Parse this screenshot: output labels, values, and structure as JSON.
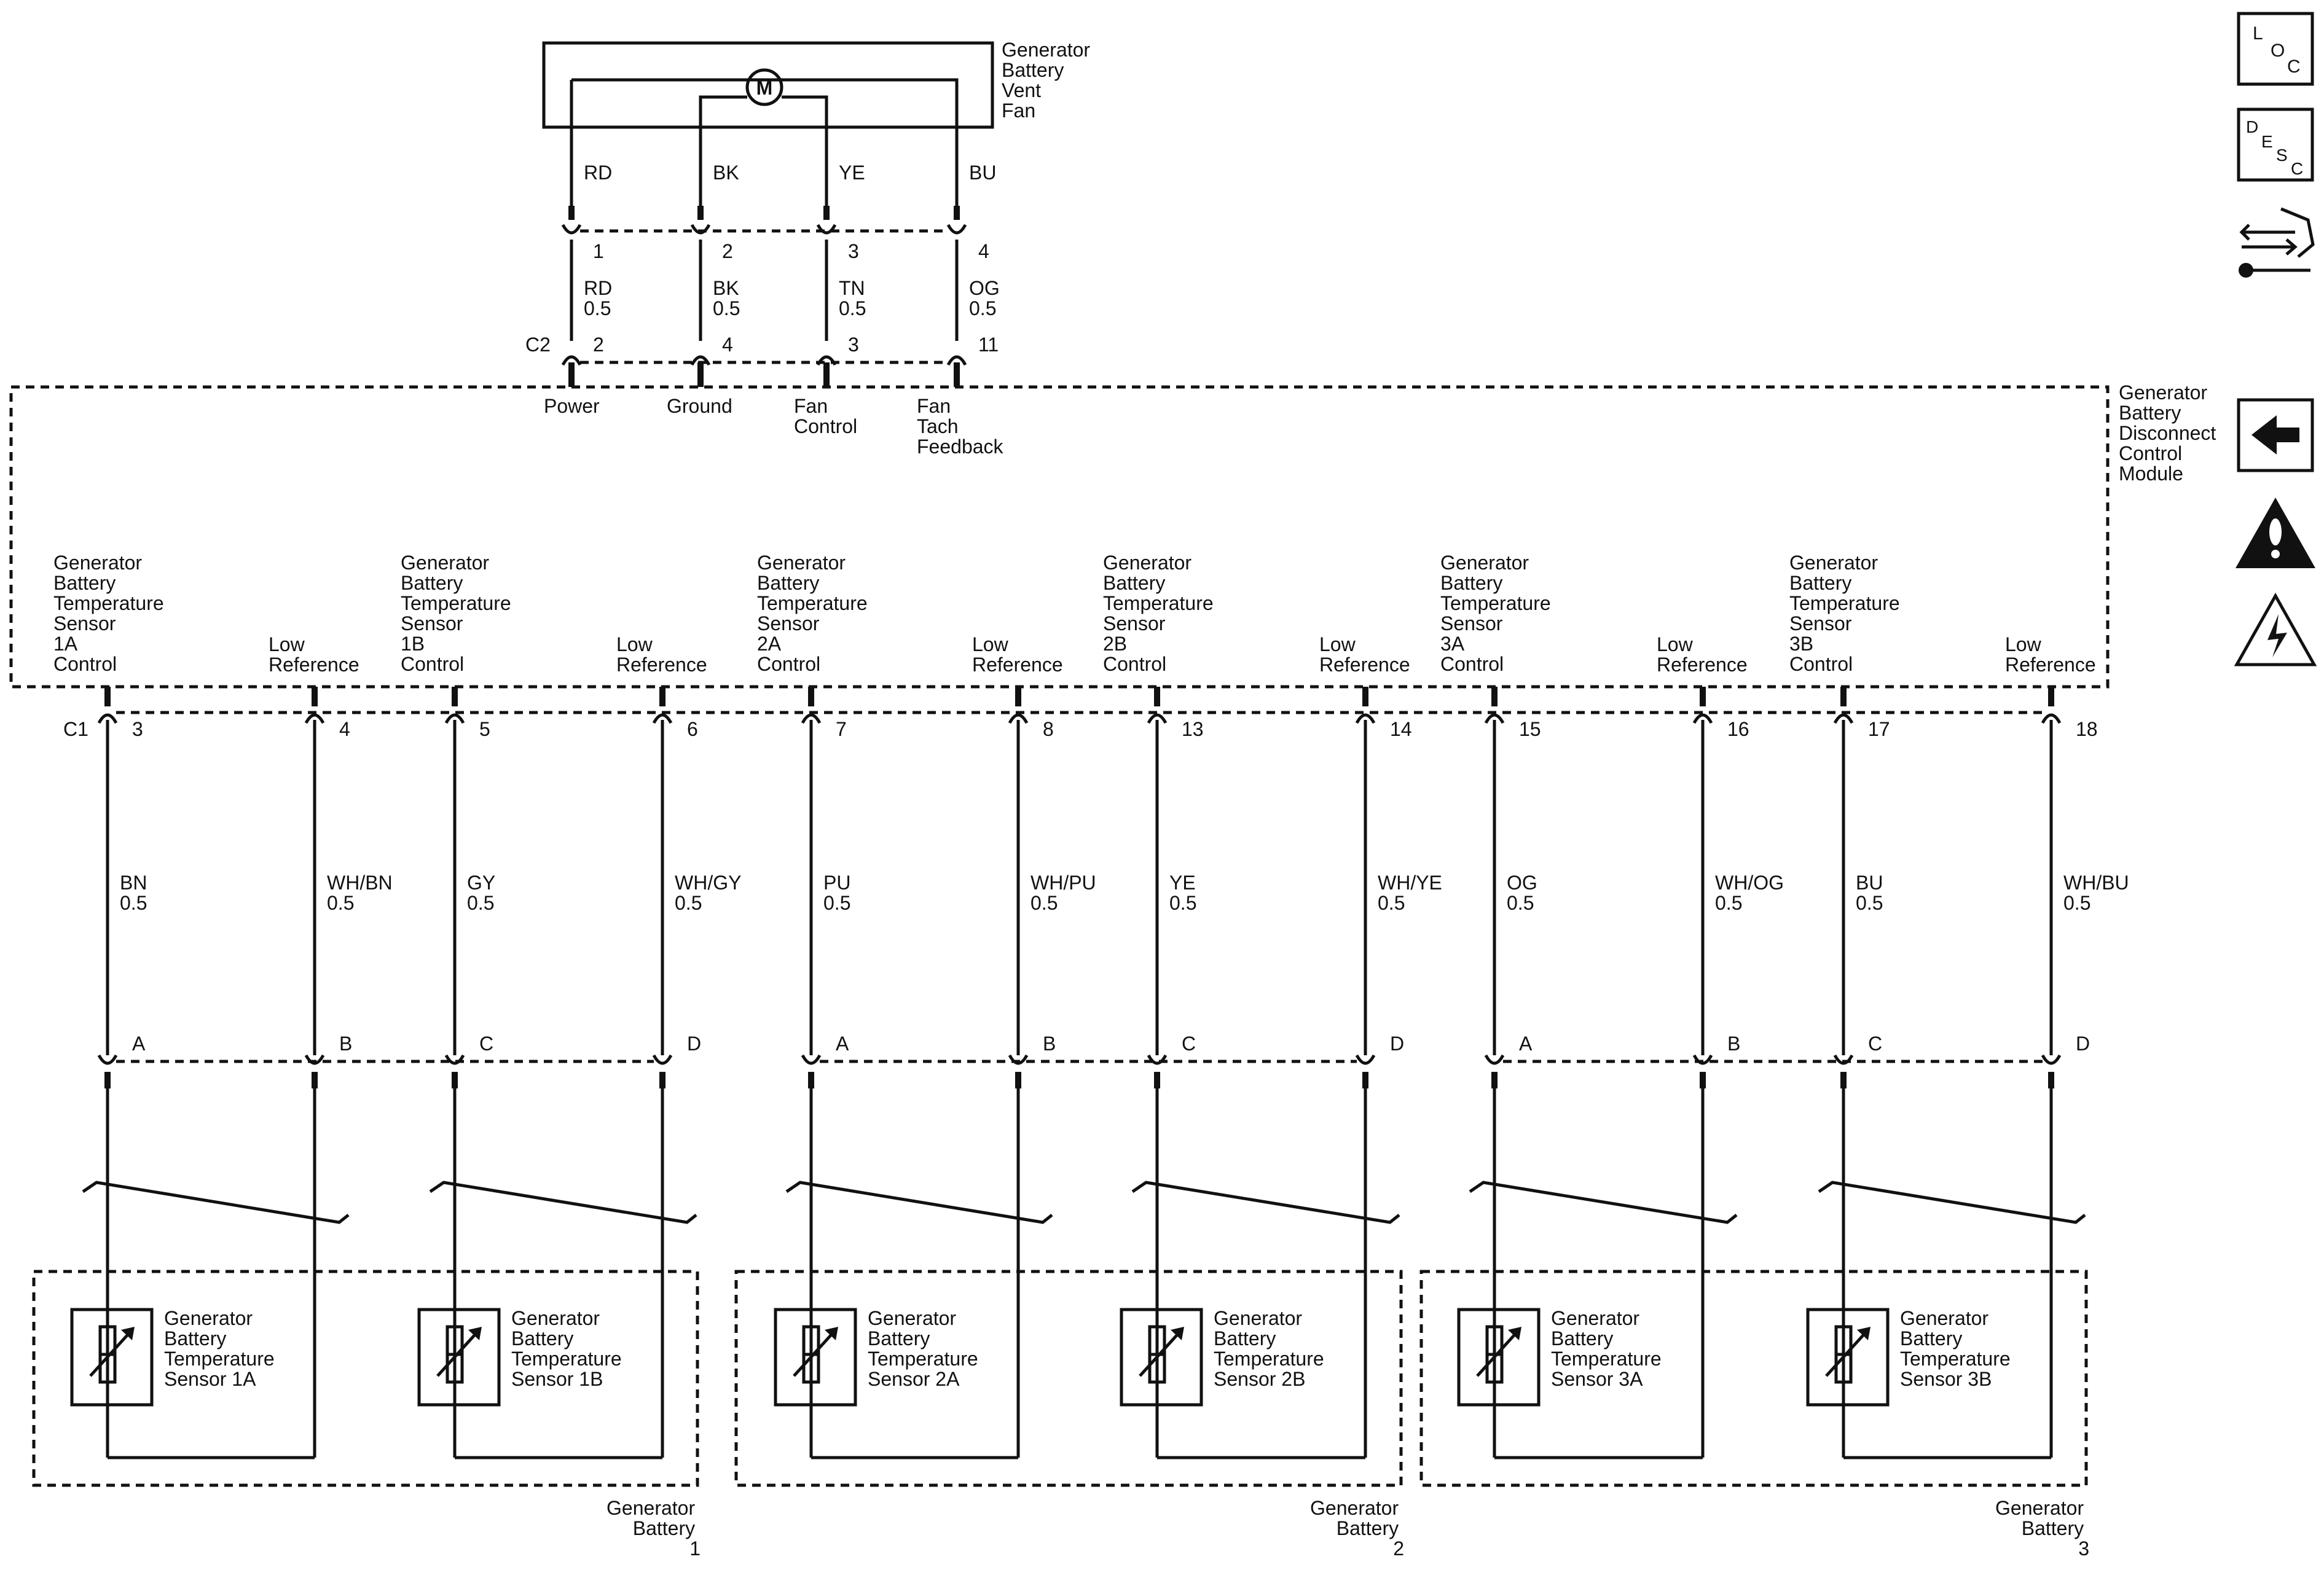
{
  "fan": {
    "label": [
      "Generator",
      "Battery",
      "Vent",
      "Fan"
    ],
    "motor_symbol": "M",
    "fan_wire_colors": [
      "RD",
      "BK",
      "YE",
      "BU"
    ],
    "fan_connector_pins": [
      "1",
      "2",
      "3",
      "4"
    ],
    "harness_wires": [
      {
        "color": "RD",
        "size": "0.5"
      },
      {
        "color": "BK",
        "size": "0.5"
      },
      {
        "color": "TN",
        "size": "0.5"
      },
      {
        "color": "OG",
        "size": "0.5"
      }
    ]
  },
  "module": {
    "label": [
      "Generator",
      "Battery",
      "Disconnect",
      "Control",
      "Module"
    ],
    "c2": {
      "name": "C2",
      "pins": [
        "2",
        "4",
        "3",
        "11"
      ],
      "functions": [
        [
          "Power"
        ],
        [
          "Ground"
        ],
        [
          "Fan",
          "Control"
        ],
        [
          "Fan",
          "Tach",
          "Feedback"
        ]
      ]
    },
    "c1": {
      "name": "C1",
      "circuits": [
        {
          "label": [
            "Generator",
            "Battery",
            "Temperature",
            "Sensor",
            "1A",
            "Control"
          ],
          "pin": "3",
          "color": "BN",
          "size": "0.5",
          "sensor_pin": "A"
        },
        {
          "label": [
            "Low",
            "Reference"
          ],
          "pin": "4",
          "color": "WH/BN",
          "size": "0.5",
          "sensor_pin": "B"
        },
        {
          "label": [
            "Generator",
            "Battery",
            "Temperature",
            "Sensor",
            "1B",
            "Control"
          ],
          "pin": "5",
          "color": "GY",
          "size": "0.5",
          "sensor_pin": "C"
        },
        {
          "label": [
            "Low",
            "Reference"
          ],
          "pin": "6",
          "color": "WH/GY",
          "size": "0.5",
          "sensor_pin": "D"
        },
        {
          "label": [
            "Generator",
            "Battery",
            "Temperature",
            "Sensor",
            "2A",
            "Control"
          ],
          "pin": "7",
          "color": "PU",
          "size": "0.5",
          "sensor_pin": "A"
        },
        {
          "label": [
            "Low",
            "Reference"
          ],
          "pin": "8",
          "color": "WH/PU",
          "size": "0.5",
          "sensor_pin": "B"
        },
        {
          "label": [
            "Generator",
            "Battery",
            "Temperature",
            "Sensor",
            "2B",
            "Control"
          ],
          "pin": "13",
          "color": "YE",
          "size": "0.5",
          "sensor_pin": "C"
        },
        {
          "label": [
            "Low",
            "Reference"
          ],
          "pin": "14",
          "color": "WH/YE",
          "size": "0.5",
          "sensor_pin": "D"
        },
        {
          "label": [
            "Generator",
            "Battery",
            "Temperature",
            "Sensor",
            "3A",
            "Control"
          ],
          "pin": "15",
          "color": "OG",
          "size": "0.5",
          "sensor_pin": "A"
        },
        {
          "label": [
            "Low",
            "Reference"
          ],
          "pin": "16",
          "color": "WH/OG",
          "size": "0.5",
          "sensor_pin": "B"
        },
        {
          "label": [
            "Generator",
            "Battery",
            "Temperature",
            "Sensor",
            "3B",
            "Control"
          ],
          "pin": "17",
          "color": "BU",
          "size": "0.5",
          "sensor_pin": "C"
        },
        {
          "label": [
            "Low",
            "Reference"
          ],
          "pin": "18",
          "color": "WH/BU",
          "size": "0.5",
          "sensor_pin": "D"
        }
      ]
    }
  },
  "batteries": [
    {
      "label": [
        "Generator",
        "Battery",
        "1"
      ],
      "sensors": [
        [
          "Generator",
          "Battery",
          "Temperature",
          "Sensor 1A"
        ],
        [
          "Generator",
          "Battery",
          "Temperature",
          "Sensor 1B"
        ]
      ]
    },
    {
      "label": [
        "Generator",
        "Battery",
        "2"
      ],
      "sensors": [
        [
          "Generator",
          "Battery",
          "Temperature",
          "Sensor 2A"
        ],
        [
          "Generator",
          "Battery",
          "Temperature",
          "Sensor 2B"
        ]
      ]
    },
    {
      "label": [
        "Generator",
        "Battery",
        "3"
      ],
      "sensors": [
        [
          "Generator",
          "Battery",
          "Temperature",
          "Sensor 3A"
        ],
        [
          "Generator",
          "Battery",
          "Temperature",
          "Sensor 3B"
        ]
      ]
    }
  ],
  "nav_icons": {
    "loc": {
      "letters": [
        "L",
        "O",
        "C"
      ],
      "icon": "location-icon"
    },
    "desc": {
      "letters": [
        "D",
        "E",
        "S",
        "C"
      ],
      "icon": "description-icon"
    },
    "tools": {
      "icon": "connector-repair-icon"
    },
    "back": {
      "icon": "back-arrow-icon"
    },
    "caution": {
      "icon": "caution-icon"
    },
    "electrical": {
      "icon": "electrical-warning-icon"
    }
  },
  "colors": {
    "ink": "#111111",
    "background": "#ffffff"
  }
}
